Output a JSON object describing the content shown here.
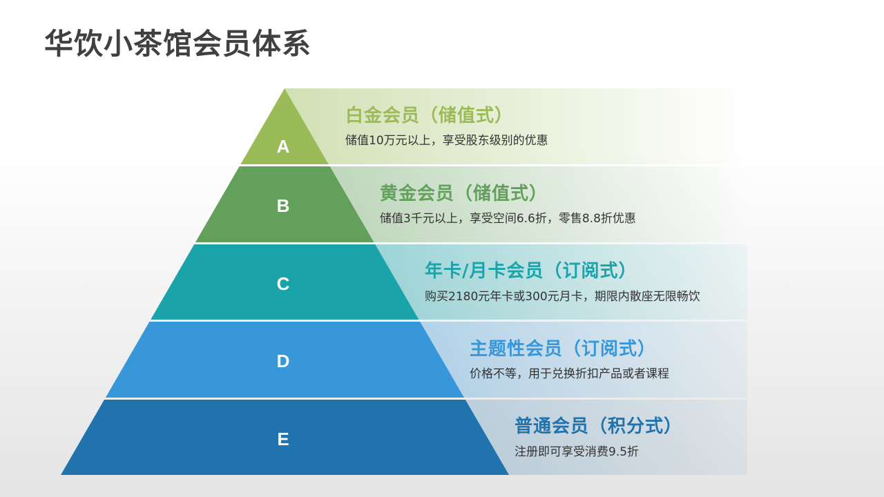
{
  "title": "华饮小茶馆会员体系",
  "tiers": [
    {
      "letter": "A",
      "name": "白金会员（储值式）",
      "desc": "储值10万元以上，享受股东级别的优惠",
      "color": "#9bbb59"
    },
    {
      "letter": "B",
      "name": "黄金会员（储值式）",
      "desc": "储值3千元以上，享受空间6.6折，零售8.8折优惠",
      "color": "#63a05b"
    },
    {
      "letter": "C",
      "name": "年卡/月卡会员（订阅式）",
      "desc": "购买2180元年卡或300元月卡，期限内散座无限畅饮",
      "color": "#1ba3aa"
    },
    {
      "letter": "D",
      "name": "主题性会员（订阅式）",
      "desc": "价格不等，用于兑换折扣产品或者课程",
      "color": "#3797d9"
    },
    {
      "letter": "E",
      "name": "普通会员（积分式）",
      "desc": "注册即可享受消费9.5折",
      "color": "#2073ad"
    }
  ]
}
